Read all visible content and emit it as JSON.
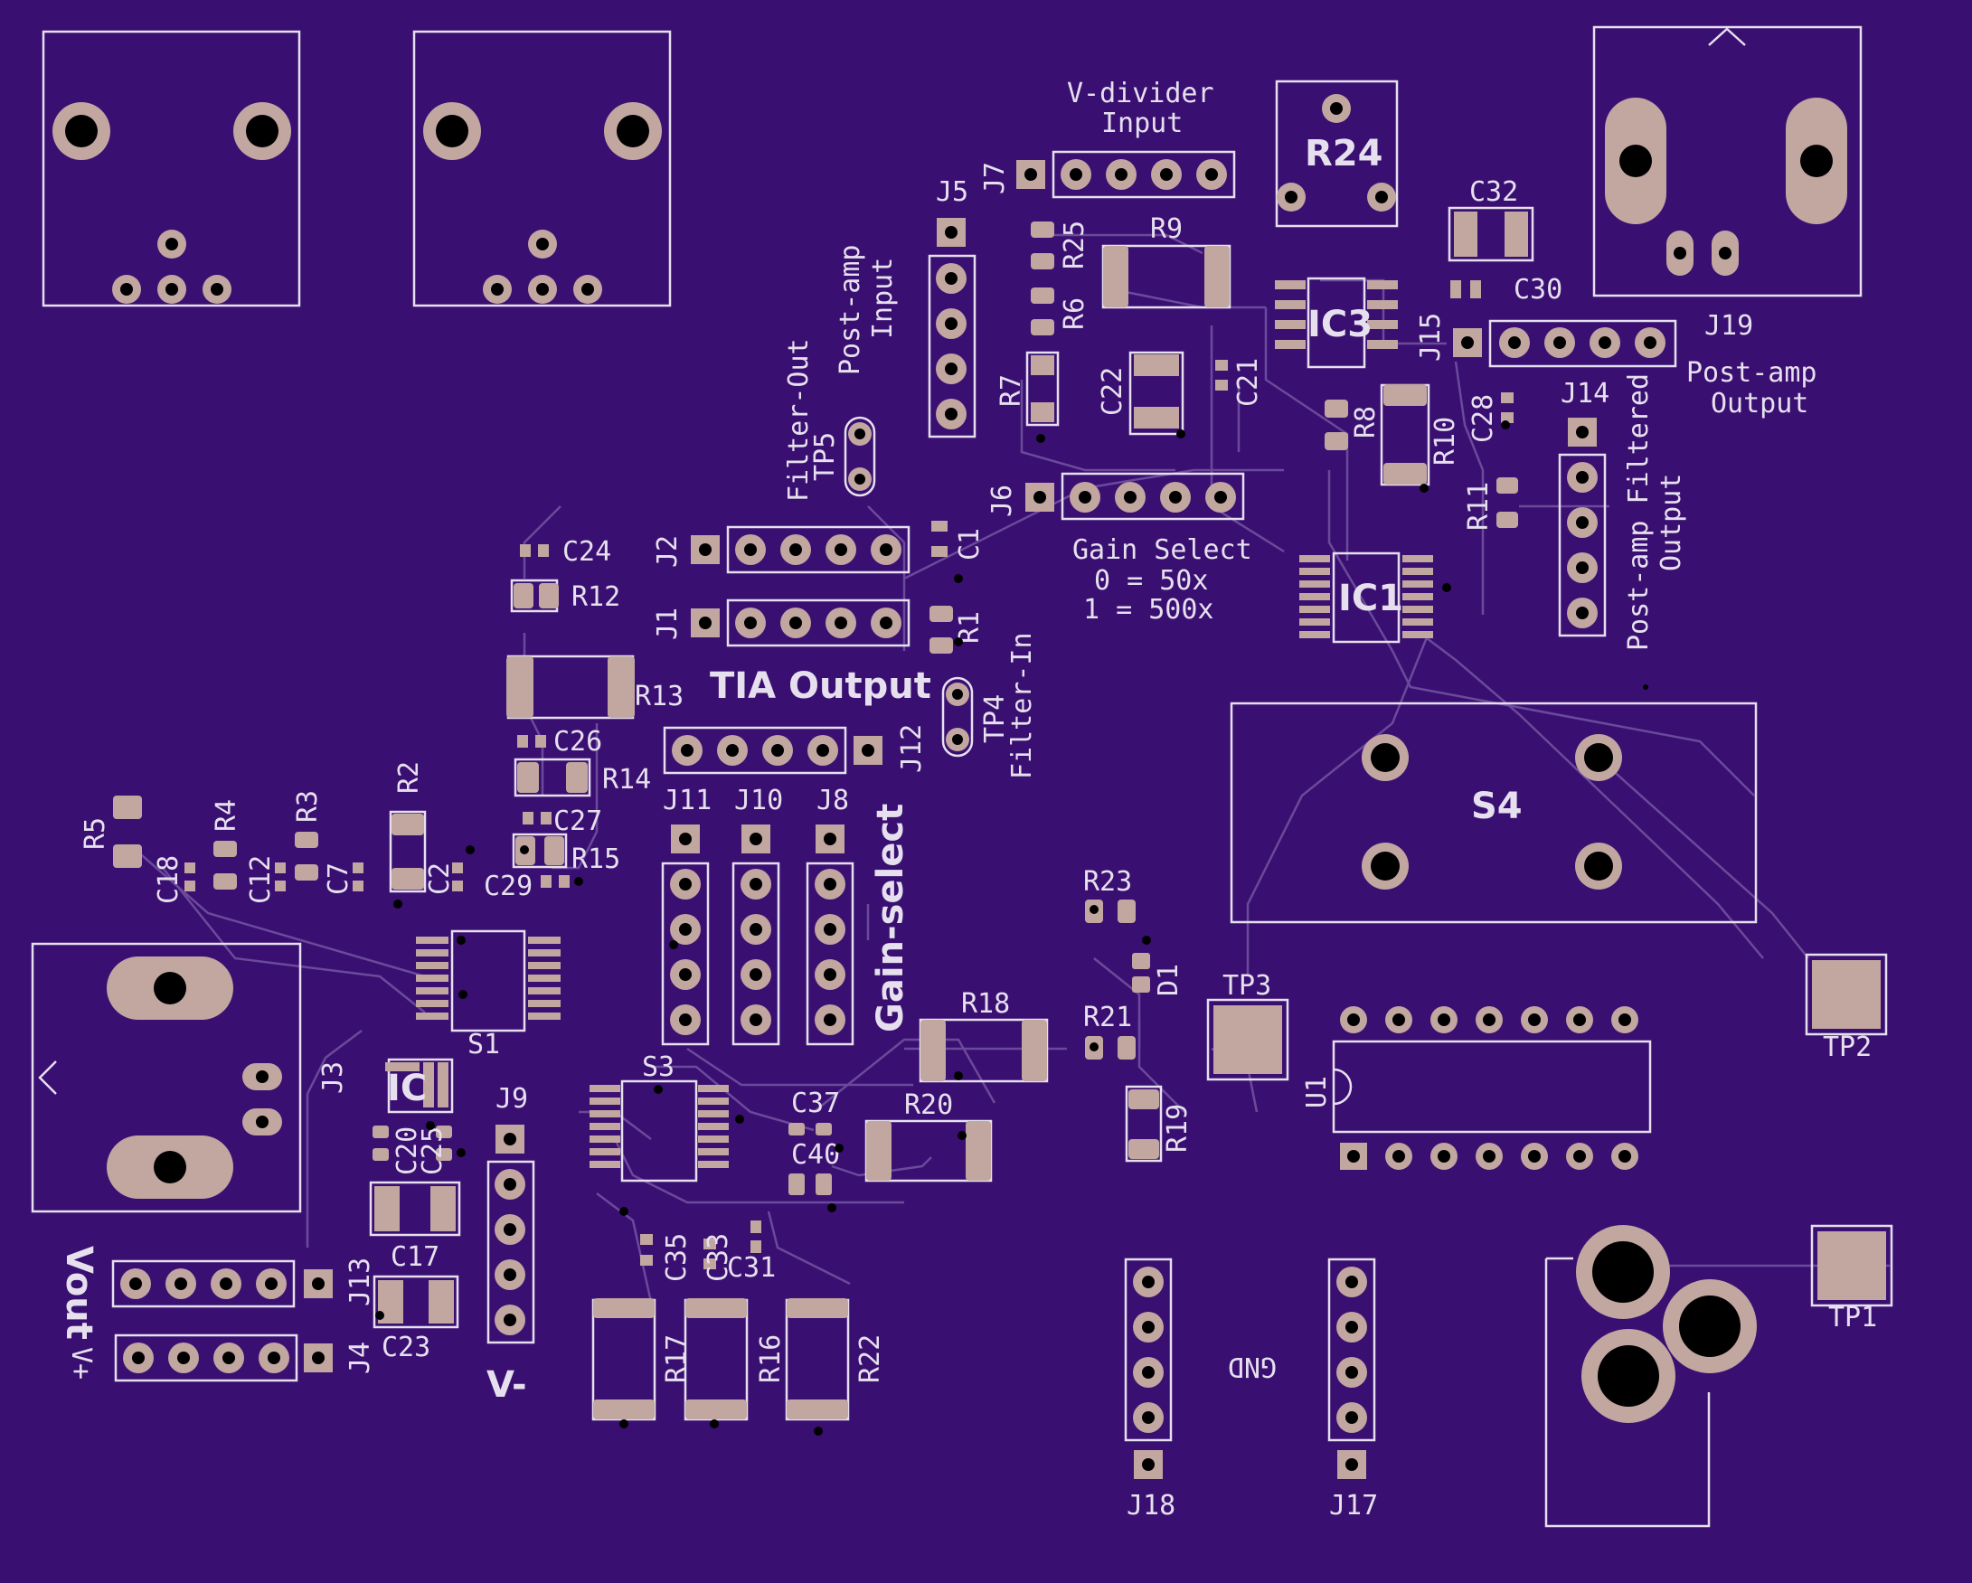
{
  "board": {
    "background": "#3a0f72",
    "silkscreen_color": "#e6e0ee",
    "copper_color": "#c2a6a0"
  },
  "labels": {
    "vdivider": "V-divider",
    "vdivider_input": "Input",
    "post_amp_input_1": "Post-amp",
    "post_amp_input_2": "Input",
    "post_amp_output_1": "Post-amp",
    "post_amp_output_2": "Output",
    "post_amp_filtered_1": "Post-amp Filtered",
    "post_amp_filtered_2": "Output",
    "filter_out": "Filter-Out",
    "filter_in": "Filter-In",
    "tia_output": "TIA Output",
    "gain_select": "Gain Select",
    "gain_0": "0 = 50x",
    "gain_1": "1 = 500x",
    "gain_select_vertical": "Gain-select",
    "vout": "Vout",
    "vplus": "V+",
    "vminus": "V-",
    "gnd": "GND"
  },
  "refs": {
    "R24": "R24",
    "IC3": "IC3",
    "IC1": "IC1",
    "S4": "S4",
    "C32": "C32",
    "C30": "C30",
    "J19": "J19",
    "J15": "J15",
    "J14": "J14",
    "J7": "J7",
    "J5": "J5",
    "R25": "R25",
    "R6": "R6",
    "R9": "R9",
    "R7": "R7",
    "C22": "C22",
    "C21": "C21",
    "R8": "R8",
    "R10": "R10",
    "C28": "C28",
    "R11": "R11",
    "J6": "J6",
    "TP5": "TP5",
    "J2": "J2",
    "J1": "J1",
    "C1": "C1",
    "R1": "R1",
    "C24": "C24",
    "R12": "R12",
    "R13": "R13",
    "C26": "C26",
    "R14": "R14",
    "C27": "C27",
    "R15": "R15",
    "C29": "C29",
    "J12": "J12",
    "TP4": "TP4",
    "J11": "J11",
    "J10": "J10",
    "J8": "J8",
    "R5": "R5",
    "R4": "R4",
    "R3": "R3",
    "R2": "R2",
    "C18": "C18",
    "C12": "C12",
    "C7": "C7",
    "C2": "C2",
    "S1": "S1",
    "J3": "J3",
    "IC": "IC",
    "C20": "C20",
    "C25": "C25",
    "C17": "C17",
    "C23": "C23",
    "J9": "J9",
    "J13": "J13",
    "J4": "J4",
    "S3": "S3",
    "C37": "C37",
    "C40": "C40",
    "R20": "R20",
    "R18": "R18",
    "R23": "R23",
    "D1": "D1",
    "R21": "R21",
    "R19": "R19",
    "TP3": "TP3",
    "U1": "U1",
    "TP2": "TP2",
    "TP1": "TP1",
    "C35": "C35",
    "C33": "C33",
    "C31": "C31",
    "R17": "R17",
    "R16": "R16",
    "R22": "R22",
    "J18": "J18",
    "J17": "J17"
  }
}
